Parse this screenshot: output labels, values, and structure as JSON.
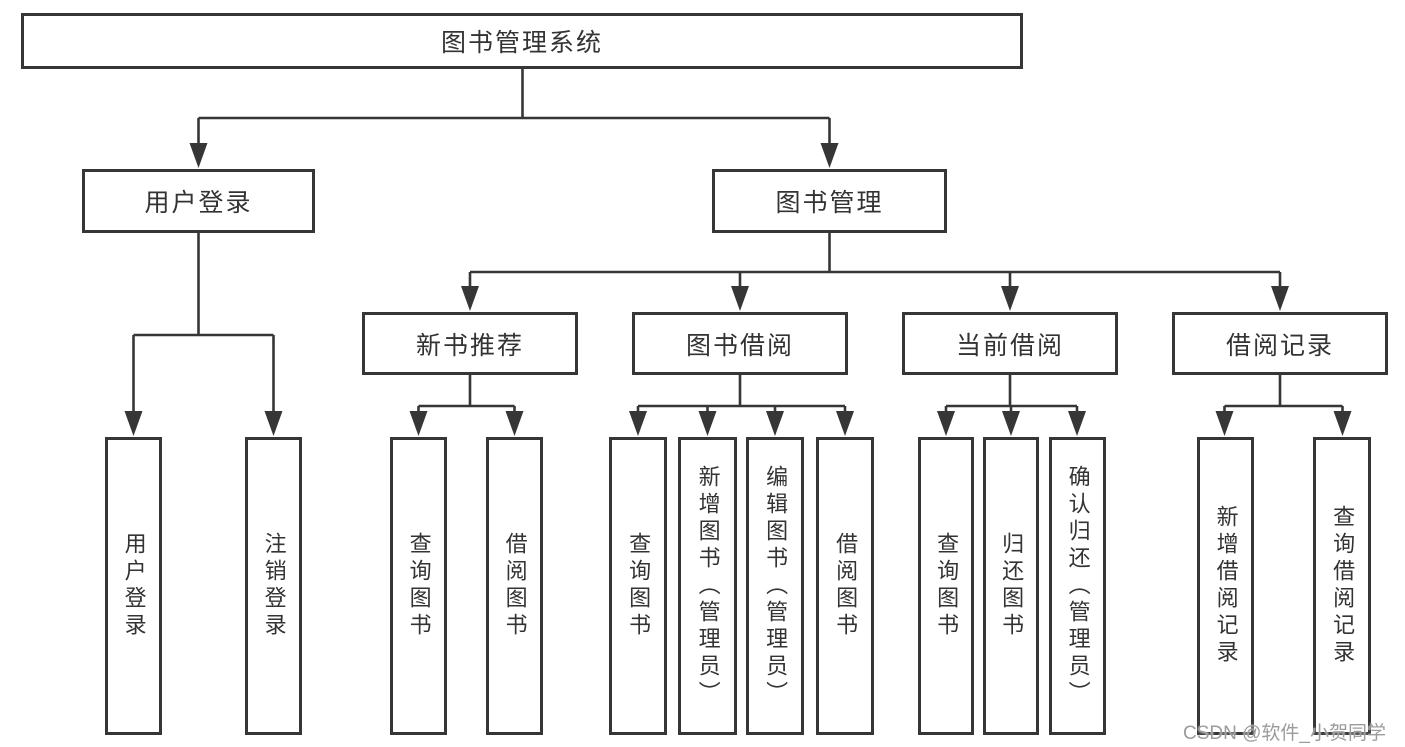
{
  "diagram": {
    "type": "hierarchy-tree",
    "colors": {
      "background": "#ffffff",
      "box_border": "#363636",
      "line": "#363636",
      "text": "#333333",
      "watermark": "#9c9c9c"
    },
    "watermark": "CSDN @软件_小贺同学",
    "tree": {
      "label": "图书管理系统",
      "children": [
        {
          "label": "用户登录",
          "children": [
            {
              "label": "用户登录"
            },
            {
              "label": "注销登录"
            }
          ]
        },
        {
          "label": "图书管理",
          "children": [
            {
              "label": "新书推荐",
              "children": [
                {
                  "label": "查询图书"
                },
                {
                  "label": "借阅图书"
                }
              ]
            },
            {
              "label": "图书借阅",
              "children": [
                {
                  "label": "查询图书"
                },
                {
                  "label": "新增图书（管理员）"
                },
                {
                  "label": "编辑图书（管理员）"
                },
                {
                  "label": "借阅图书"
                }
              ]
            },
            {
              "label": "当前借阅",
              "children": [
                {
                  "label": "查询图书"
                },
                {
                  "label": "归还图书"
                },
                {
                  "label": "确认归还（管理员）"
                }
              ]
            },
            {
              "label": "借阅记录",
              "children": [
                {
                  "label": "新增借阅记录"
                },
                {
                  "label": "查询借阅记录"
                }
              ]
            }
          ]
        }
      ]
    }
  }
}
